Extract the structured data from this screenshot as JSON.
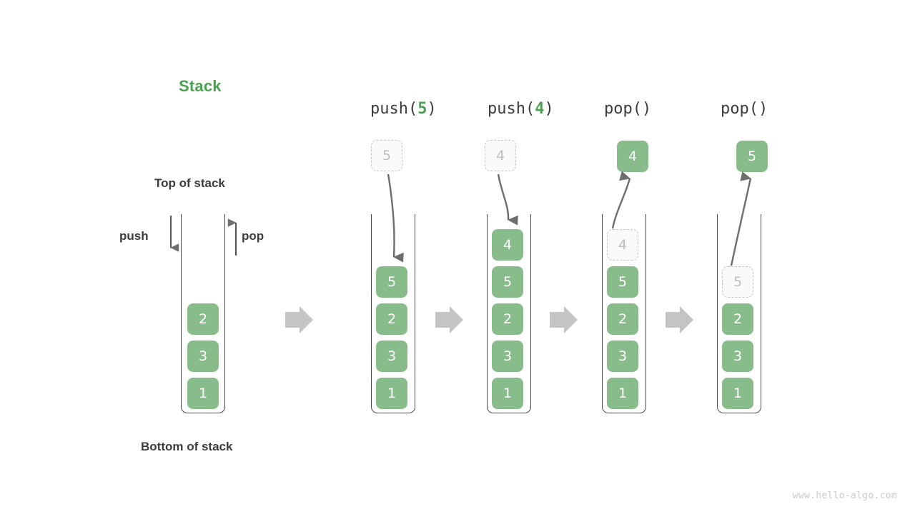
{
  "title": "Stack",
  "labels": {
    "top_of_stack": "Top of stack",
    "bottom_of_stack": "Bottom of stack",
    "push": "push",
    "pop": "pop"
  },
  "watermark": "www.hello-algo.com",
  "colors": {
    "accent_green": "#48a14d",
    "cell_green": "#88bd8b",
    "cell_text": "#ffffff",
    "ghost_border": "#c6c6c6",
    "ghost_text": "#bdbdbd",
    "container_stroke": "#4a4a4a",
    "arrow_gray": "#6e6e6e",
    "separator_gray": "#c4c4c4",
    "label_text": "#3b3b3b",
    "watermark_text": "#c9c9c9"
  },
  "columns": [
    {
      "id": "initial",
      "header": "",
      "header_arg": "",
      "cells": [
        "2",
        "3",
        "1"
      ],
      "floating": null,
      "flow_arrow": null
    },
    {
      "id": "push-5",
      "header_prefix": "push(",
      "header_arg": "5",
      "header_suffix": ")",
      "cells": [
        "5",
        "2",
        "3",
        "1"
      ],
      "floating": {
        "value": "5",
        "style": "ghost"
      },
      "flow_arrow": "down"
    },
    {
      "id": "push-4",
      "header_prefix": "push(",
      "header_arg": "4",
      "header_suffix": ")",
      "cells": [
        "4",
        "5",
        "2",
        "3",
        "1"
      ],
      "floating": {
        "value": "4",
        "style": "ghost"
      },
      "flow_arrow": "down"
    },
    {
      "id": "pop-1",
      "header_prefix": "pop(",
      "header_arg": "",
      "header_suffix": ")",
      "cells": [
        "4",
        "5",
        "2",
        "3",
        "1"
      ],
      "ghost_index": 0,
      "floating": {
        "value": "4",
        "style": "solid"
      },
      "flow_arrow": "up"
    },
    {
      "id": "pop-2",
      "header_prefix": "pop(",
      "header_arg": "",
      "header_suffix": ")",
      "cells": [
        "5",
        "2",
        "3",
        "1"
      ],
      "ghost_index": 0,
      "floating": {
        "value": "5",
        "style": "solid"
      },
      "flow_arrow": "up"
    }
  ],
  "separators": [
    "step-arrow",
    "step-arrow",
    "step-arrow",
    "step-arrow"
  ],
  "icons": {
    "push_arrow": "arrow-down-icon",
    "pop_arrow": "arrow-up-icon",
    "step": "right-block-arrow-icon"
  }
}
